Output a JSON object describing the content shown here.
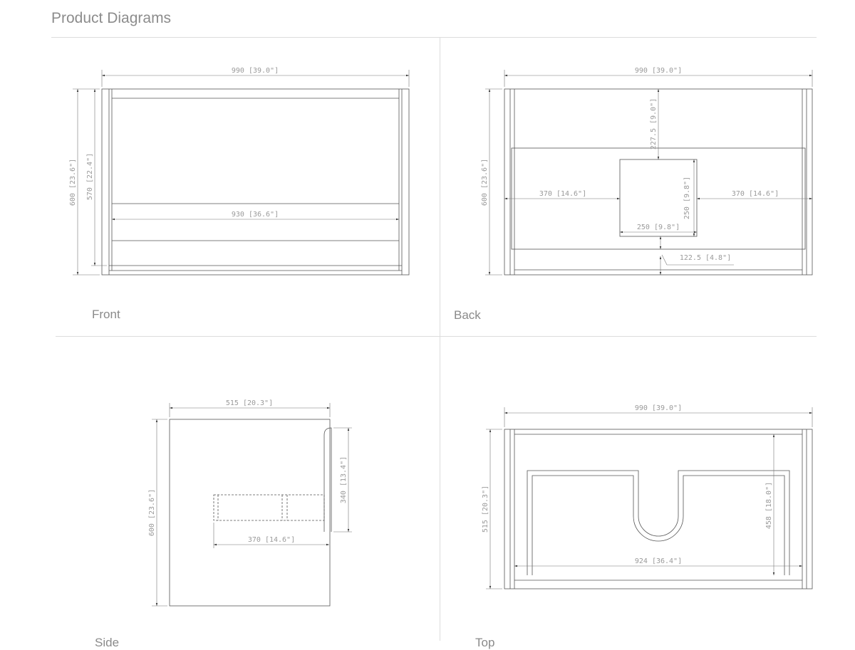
{
  "page_title": "Product Diagrams",
  "views": [
    {
      "label": "Front",
      "dims": {
        "width": "990 [39.0\"]",
        "height": "600 [23.6\"]",
        "inner_height": "570 [22.4\"]",
        "drawer": "930 [36.6\"]"
      }
    },
    {
      "label": "Back",
      "dims": {
        "width": "990 [39.0\"]",
        "height": "600 [23.6\"]",
        "top_offset": "227.5 [9.0\"]",
        "left": "370 [14.6\"]",
        "right": "370 [14.6\"]",
        "cutout_h": "250 [9.8\"]",
        "cutout_w": "250 [9.8\"]",
        "bottom_offset": "122.5 [4.8\"]"
      }
    },
    {
      "label": "Side",
      "dims": {
        "depth": "515 [20.3\"]",
        "height": "600 [23.6\"]",
        "drawer_depth": "370 [14.6\"]",
        "drawer_h": "340 [13.4\"]"
      }
    },
    {
      "label": "Top",
      "dims": {
        "width": "990 [39.0\"]",
        "depth": "515 [20.3\"]",
        "inner_depth": "458 [18.0\"]",
        "inner_width": "924 [36.4\"]"
      }
    }
  ]
}
